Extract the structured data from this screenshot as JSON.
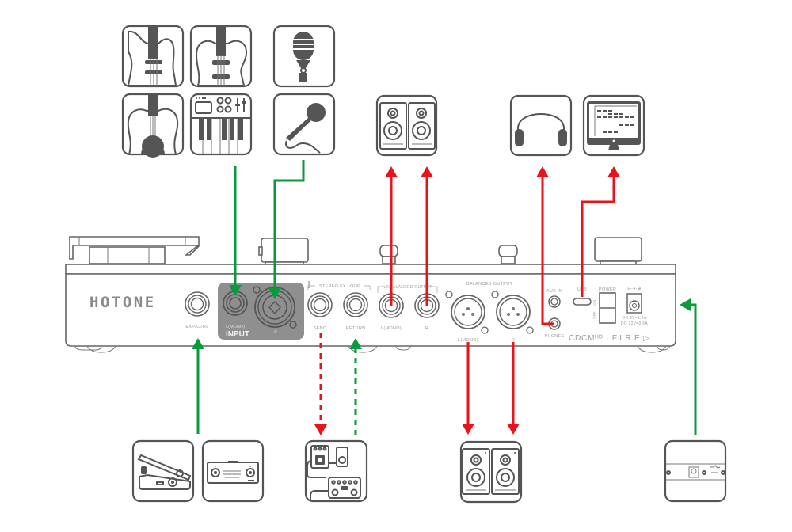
{
  "device": {
    "brand": "HOTONE",
    "model_mark": "CDCMᴴᴰ · F.I.R.E.▷",
    "panel_labels": {
      "exp_ctrl": "EXP/CTRL",
      "input_l": "L(MONO)",
      "input_title": "INPUT",
      "input_r": "R",
      "fx_loop": "STEREO FX LOOP",
      "send": "SEND",
      "return": "RETURN",
      "unbalanced_output": "UNBALANCED OUTPUT",
      "unbal_l": "L(MONO)",
      "unbal_r": "R",
      "balanced_output": "BALANCED OUTPUT",
      "bal_l": "L(MONO)",
      "bal_r": "R",
      "aux_in": "AUX IN",
      "phones": "PHONES",
      "usb": "USB",
      "power": "POWER",
      "on": "ON",
      "off": "OFF",
      "polarity": "⊖-●-⊕",
      "dc_line1": "DC 9V=1.2A",
      "dc_line2": "DC 12V=0.6A"
    }
  },
  "sources": [
    {
      "id": "electric-guitar",
      "icon": "electric-guitar-icon"
    },
    {
      "id": "bass-guitar",
      "icon": "bass-guitar-icon"
    },
    {
      "id": "acoustic-guitar",
      "icon": "acoustic-guitar-icon"
    },
    {
      "id": "keyboard-synth",
      "icon": "keyboard-icon"
    },
    {
      "id": "condenser-mic",
      "icon": "studio-microphone-icon"
    },
    {
      "id": "dynamic-mic",
      "icon": "handheld-microphone-icon"
    }
  ],
  "outputs_top": [
    {
      "id": "monitor-speakers-unbalanced",
      "icon": "speakers-icon"
    },
    {
      "id": "headphones",
      "icon": "headphones-icon"
    },
    {
      "id": "computer-daw",
      "icon": "computer-monitor-icon"
    }
  ],
  "bottom_devices": [
    {
      "id": "expression-pedal",
      "icon": "expression-pedal-icon"
    },
    {
      "id": "footswitch",
      "icon": "footswitch-icon"
    },
    {
      "id": "fx-pedals",
      "icon": "effects-pedals-icon"
    },
    {
      "id": "monitor-speakers-balanced",
      "icon": "speakers-icon"
    },
    {
      "id": "power-adapter",
      "icon": "power-adapter-icon"
    }
  ],
  "connections": [
    {
      "from": "instruments",
      "to": "input-l",
      "direction": "in",
      "color": "#0a9a3c",
      "style": "solid"
    },
    {
      "from": "microphones",
      "to": "input-r",
      "direction": "in",
      "color": "#0a9a3c",
      "style": "solid"
    },
    {
      "from": "unbal-l",
      "to": "monitor-speakers-unbalanced",
      "direction": "out",
      "color": "#e8131b",
      "style": "solid"
    },
    {
      "from": "unbal-r",
      "to": "monitor-speakers-unbalanced",
      "direction": "out",
      "color": "#e8131b",
      "style": "solid"
    },
    {
      "from": "phones",
      "to": "headphones",
      "direction": "out",
      "color": "#e8131b",
      "style": "solid"
    },
    {
      "from": "usb",
      "to": "computer-daw",
      "direction": "out",
      "color": "#e8131b",
      "style": "solid"
    },
    {
      "from": "expression-pedal",
      "to": "exp-ctrl",
      "direction": "in",
      "color": "#0a9a3c",
      "style": "solid"
    },
    {
      "from": "send",
      "to": "fx-pedals",
      "direction": "out",
      "color": "#e8131b",
      "style": "dashed"
    },
    {
      "from": "fx-pedals",
      "to": "return",
      "direction": "in",
      "color": "#0a9a3c",
      "style": "dashed"
    },
    {
      "from": "bal-l",
      "to": "monitor-speakers-balanced",
      "direction": "out",
      "color": "#e8131b",
      "style": "solid"
    },
    {
      "from": "bal-r",
      "to": "monitor-speakers-balanced",
      "direction": "out",
      "color": "#e8131b",
      "style": "solid"
    },
    {
      "from": "power-adapter",
      "to": "dc-in",
      "direction": "in",
      "color": "#0a9a3c",
      "style": "solid"
    }
  ],
  "colors": {
    "input": "#0a9a3c",
    "output": "#e8131b",
    "icon": "#555555",
    "input_panel": "#8f8f8f"
  }
}
